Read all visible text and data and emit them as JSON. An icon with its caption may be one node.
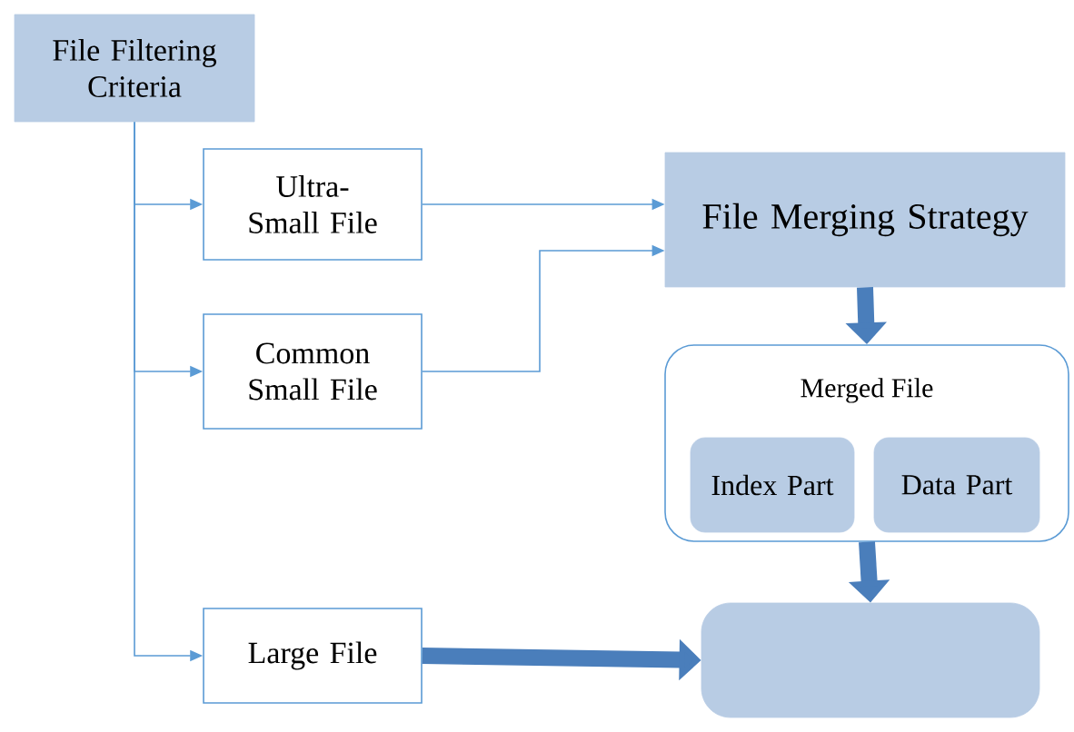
{
  "diagram": {
    "nodes": [
      {
        "text": [
          "File Filtering Criteria"
        ]
      },
      {
        "text": [
          "Ultra-Small File"
        ]
      },
      {
        "text": [
          "Common Small File"
        ]
      },
      {
        "text": [
          "Large File"
        ]
      },
      {
        "text": [
          "File Merging Strategy"
        ]
      },
      {
        "text": [
          "Merged File"
        ]
      },
      {
        "text": [
          "Index Part"
        ],
        "in": 5
      },
      {
        "text": [
          "Data Part"
        ],
        "in": 5
      },
      {
        "text": [],
        "shape": "box"
      }
    ],
    "edges": [
      {
        "from": 0,
        "to": 1,
        "arrow": "to"
      },
      {
        "from": 0,
        "to": 2,
        "arrow": "to"
      },
      {
        "from": 0,
        "to": 3,
        "arrow": "to"
      },
      {
        "from": 1,
        "to": 4,
        "arrow": "to"
      },
      {
        "from": 2,
        "to": 4,
        "arrow": "to"
      },
      {
        "from": 4,
        "to": 5,
        "arrow": "to",
        "style": "thick",
        "color": "#4a7ebb"
      },
      {
        "from": 5,
        "to": 8,
        "arrow": "to",
        "style": "thick",
        "color": "#4a7ebb"
      },
      {
        "from": 3,
        "to": 8,
        "arrow": "to",
        "style": "thick",
        "color": "#4a7ebb"
      }
    ]
  }
}
